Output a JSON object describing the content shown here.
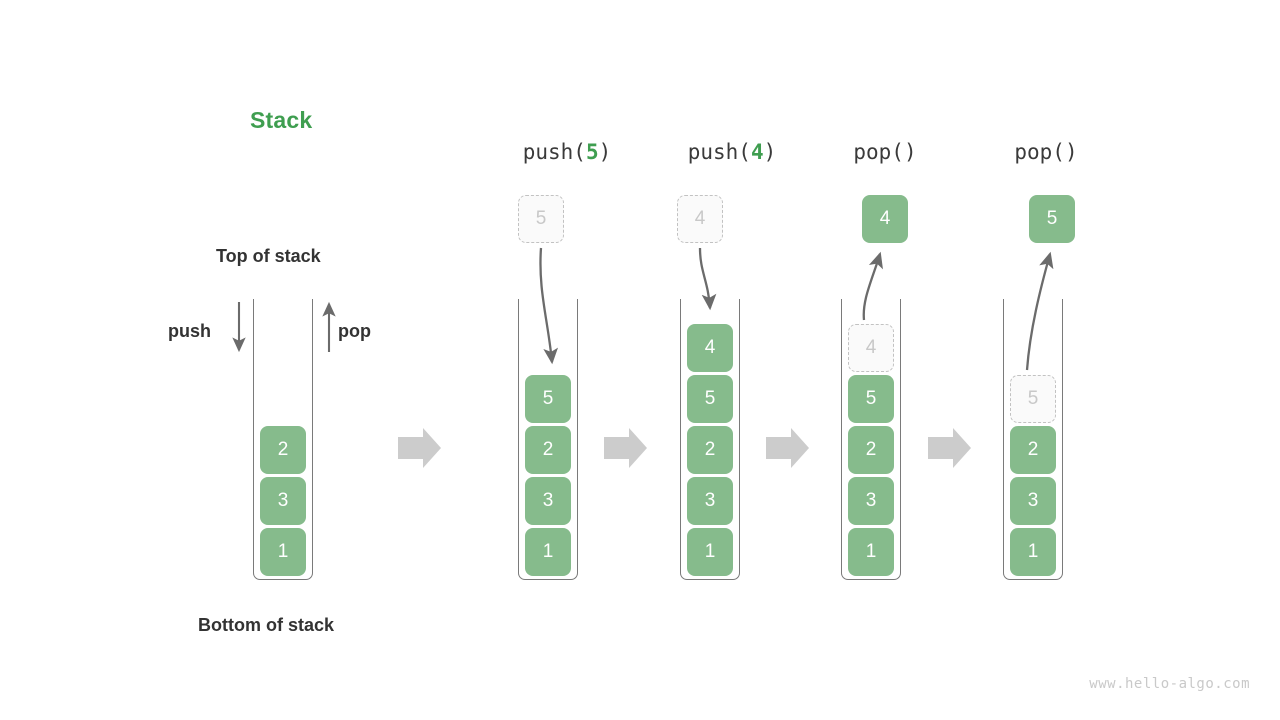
{
  "title": "Stack",
  "labels": {
    "top_of_stack": "Top of stack",
    "bottom_of_stack": "Bottom of stack",
    "push": "push",
    "pop": "pop"
  },
  "colors": {
    "cell_green": "#86bb8c",
    "title_green": "#3f9e50",
    "ghost_border": "#c2c2c2",
    "ghost_text": "#c8c8c8",
    "arrow_gray": "#6b6b6b",
    "flow_arrow_gray": "#cccccc",
    "container_border": "#7a7a7a",
    "text_dark": "#333333",
    "watermark_gray": "#c9c9c9"
  },
  "watermark": "www.hello-algo.com",
  "stacks": [
    {
      "id": "stack-initial",
      "op_prefix": "",
      "op_arg": "",
      "op_suffix": "",
      "cells": [
        "1",
        "3",
        "2"
      ],
      "ghost_top": null,
      "float_box": null
    },
    {
      "id": "stack-push-5",
      "op_prefix": "push(",
      "op_arg": "5",
      "op_suffix": ")",
      "cells": [
        "1",
        "3",
        "2",
        "5"
      ],
      "ghost_top": null,
      "float_box": {
        "value": "5",
        "style": "ghost",
        "direction": "in"
      }
    },
    {
      "id": "stack-push-4",
      "op_prefix": "push(",
      "op_arg": "4",
      "op_suffix": ")",
      "cells": [
        "1",
        "3",
        "2",
        "5",
        "4"
      ],
      "ghost_top": null,
      "float_box": {
        "value": "4",
        "style": "ghost",
        "direction": "in"
      }
    },
    {
      "id": "stack-pop-4",
      "op_prefix": "pop(",
      "op_arg": "",
      "op_suffix": ")",
      "cells": [
        "1",
        "3",
        "2",
        "5"
      ],
      "ghost_top": "4",
      "float_box": {
        "value": "4",
        "style": "solid",
        "direction": "out"
      }
    },
    {
      "id": "stack-pop-5",
      "op_prefix": "pop(",
      "op_arg": "",
      "op_suffix": ")",
      "cells": [
        "1",
        "3",
        "2"
      ],
      "ghost_top": "5",
      "float_box": {
        "value": "5",
        "style": "solid",
        "direction": "out"
      }
    }
  ],
  "flow_arrows": [
    {
      "name": "flow-arrow-1"
    },
    {
      "name": "flow-arrow-2"
    },
    {
      "name": "flow-arrow-3"
    },
    {
      "name": "flow-arrow-4"
    }
  ]
}
